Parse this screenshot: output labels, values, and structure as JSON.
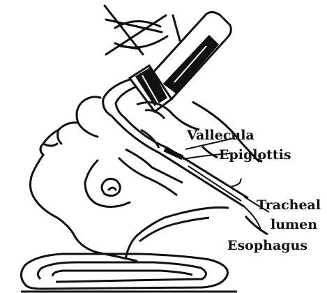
{
  "labels": {
    "vallecula": "Vallecula",
    "epiglottis": "Epiglottis",
    "tracheal_line1": "Tracheal",
    "tracheal_line2": "lumen",
    "esophagus": "Esophagus"
  },
  "icons": {
    "crossed_eye": "crossed-out-eye-icon"
  },
  "colors": {
    "ink": "#111111",
    "background": "#ffffff"
  }
}
